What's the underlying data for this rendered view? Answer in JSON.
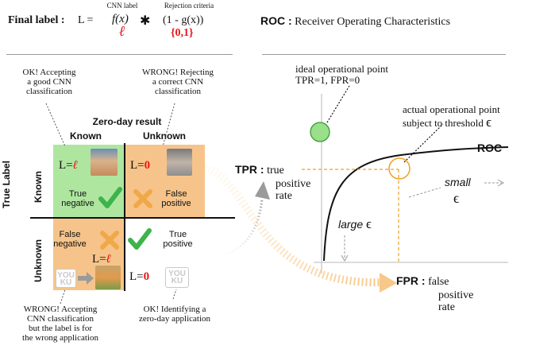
{
  "formula": {
    "final_label": "Final label :",
    "lhs": "L =",
    "cnn_label_caption": "CNN label",
    "fx": "f(x)",
    "ell": "ℓ",
    "times": "✱",
    "rejection_caption": "Rejection criteria",
    "one_minus_g": "(1 - g(x))",
    "set01": "{0,1}"
  },
  "roc_heading": {
    "acronym": "ROC :",
    "text": "Receiver Operating Characteristics"
  },
  "callouts": {
    "ok_accept_1": "OK! Accepting",
    "ok_accept_2": "a good CNN",
    "ok_accept_3": "classification",
    "wrong_reject_1": "WRONG! Rejecting",
    "wrong_reject_2": "a correct CNN",
    "wrong_reject_3": "classification",
    "wrong_accept_1": "WRONG! Accepting",
    "wrong_accept_2": "CNN classification",
    "wrong_accept_3": "but the label is for",
    "wrong_accept_4": "the wrong application",
    "ok_identify_1": "OK! Identifying a",
    "ok_identify_2": "zero-day application"
  },
  "matrix": {
    "title": "Zero-day result",
    "col_known": "Known",
    "col_unknown": "Unknown",
    "row_axis": "True Label",
    "row_known": "Known",
    "row_unknown": "Unknown",
    "q1_l": "L=",
    "q1_ell": "ℓ",
    "q1_label_1": "True",
    "q1_label_2": "negative",
    "q2_l": "L=",
    "q2_zero": "0",
    "q2_label_1": "False",
    "q2_label_2": "positive",
    "q3_label_1": "False",
    "q3_label_2": "negative",
    "q3_l": "L=",
    "q3_ell": "ℓ",
    "q4_label_1": "True",
    "q4_label_2": "positive",
    "q4_l": "L=",
    "q4_zero": "0",
    "youku_1": "YOU",
    "youku_2": "KU",
    "colors": {
      "green": "#aee6a0",
      "orange": "#f6c48a",
      "check": "#3cb44b",
      "cross": "#f0a848"
    }
  },
  "roc_plot": {
    "ideal_1": "ideal operational point",
    "ideal_2": "TPR=1, FPR=0",
    "actual_1": "actual operational point",
    "actual_2": "subject to threshold",
    "epsilon": "ϵ",
    "curve_label": "ROC",
    "tpr_abbr": "TPR :",
    "tpr_1": "true",
    "tpr_2": "positive",
    "tpr_3": "rate",
    "fpr_abbr": "FPR :",
    "fpr_1": "false",
    "fpr_2": "positive",
    "fpr_3": "rate",
    "large": "large",
    "small": "small"
  }
}
